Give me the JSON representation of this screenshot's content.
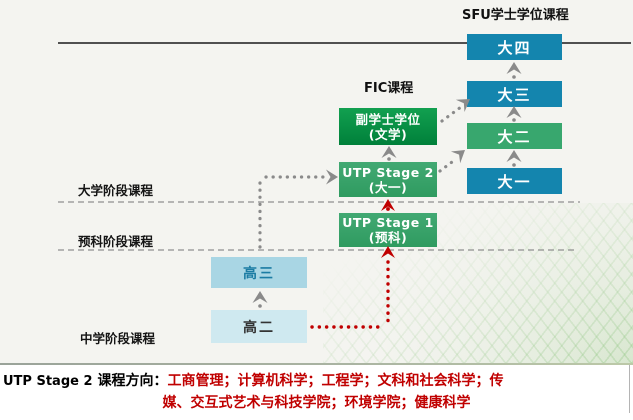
{
  "headers": {
    "sfu": "SFU学士学位课程",
    "fic": "FIC课程"
  },
  "stage_labels": [
    "大学阶段课程",
    "预科阶段课程",
    "中学阶段课程"
  ],
  "sfu_boxes": [
    "大四",
    "大三",
    "大二",
    "大一"
  ],
  "fic_boxes": [
    {
      "line1": "副学士学位",
      "line2": "(文学)"
    },
    {
      "line1": "UTP Stage 2",
      "line2": "(大一)"
    },
    {
      "line1": "UTP Stage 1",
      "line2": "(预科)"
    }
  ],
  "highschool_boxes": [
    "高三",
    "高二"
  ],
  "caption": {
    "prefix_en": "UTP Stage 2",
    "prefix_cn": "课程方向：",
    "red_line1": "工商管理；计算机科学；工程学；文科和社会科学；传",
    "red_line2": "媒、交互式艺术与科技学院；环境学院；健康科学"
  },
  "connections": [
    {
      "from": "高二",
      "to": "高三",
      "style": "gray-arrow"
    },
    {
      "from": "高三",
      "to": "UTP Stage 2 (大一)",
      "style": "gray-dotted-arrow"
    },
    {
      "from": "高二",
      "to": "UTP Stage 1 (预科)",
      "style": "red-dotted-arrow"
    },
    {
      "from": "UTP Stage 1 (预科)",
      "to": "UTP Stage 2 (大一)",
      "style": "red-dotted-arrow"
    },
    {
      "from": "UTP Stage 2 (大一)",
      "to": "副学士学位 (文学)",
      "style": "gray-arrow"
    },
    {
      "from": "UTP Stage 2 (大一)",
      "to": "大二",
      "style": "gray-dotted-arrow"
    },
    {
      "from": "副学士学位 (文学)",
      "to": "大三",
      "style": "gray-dotted-arrow"
    },
    {
      "from": "大一",
      "to": "大二",
      "style": "gray-arrow"
    },
    {
      "from": "大二",
      "to": "大三",
      "style": "gray-arrow"
    },
    {
      "from": "大三",
      "to": "大四",
      "style": "gray-arrow"
    }
  ],
  "colors": {
    "teal_box": "#1485AE",
    "green_box": "#38A76E",
    "assoc_gradient_top": "#12A050",
    "assoc_gradient_bottom": "#00803A",
    "grade12_box": "#A9D6E4",
    "grade11_box": "#CFE9F0",
    "grade12_text": "#1B7CA3",
    "red_accent": "#C00000",
    "arrow_gray": "#8A8A8A",
    "slide_background": "#F4F4F0"
  }
}
